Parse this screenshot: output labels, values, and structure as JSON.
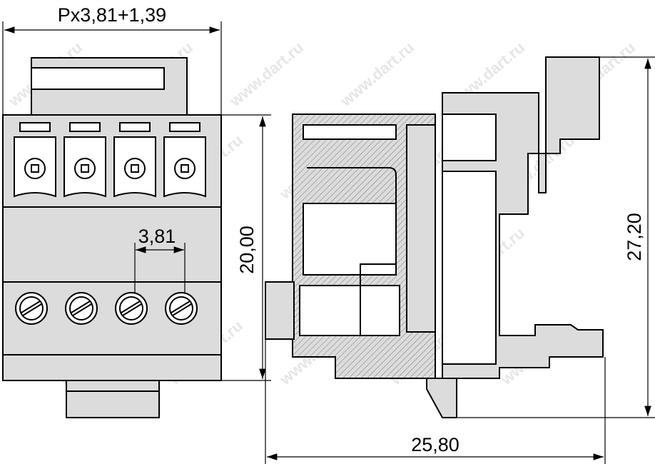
{
  "drawing": {
    "dimensions": {
      "pitch_width": "Px3,81+1,39",
      "pitch": "3,81",
      "height_front": "20,00",
      "height_side": "27,20",
      "depth": "25,80"
    },
    "watermark": "www.dart.ru",
    "colors": {
      "body": "#dcdcdc",
      "line": "#000000",
      "watermark": "#e6e6e6"
    }
  }
}
